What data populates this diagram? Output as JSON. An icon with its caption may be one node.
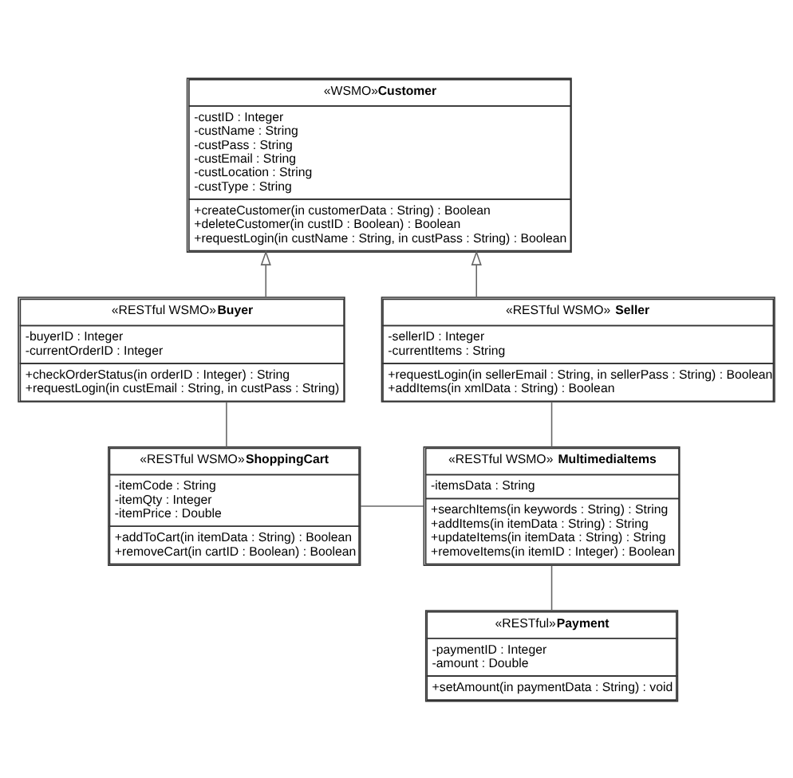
{
  "diagram": {
    "nodes": [
      {
        "text": [
          "«WSMO»**Customer**",
          "-custID : Integer",
          "-custName : String",
          "-custPass : String",
          "-custEmail : String",
          "-custLocation : String",
          "-custType : String",
          "+createCustomer(in customerData : String) : Boolean",
          "+deleteCustomer(in custID : Boolean) : Boolean",
          "+requestLogin(in custName : String, in custPass : String) : Boolean"
        ]
      },
      {
        "text": [
          "«RESTful WSMO»**Buyer**",
          "-buyerID : Integer",
          "-currentOrderID : Integer",
          "+checkOrderStatus(in orderID : Integer) : String",
          "+requestLogin(in custEmail : String, in custPass : String)"
        ]
      },
      {
        "text": [
          "«RESTful WSMO» **Seller**",
          "-sellerID : Integer",
          "-currentItems : String",
          "+requestLogin(in sellerEmail : String, in sellerPass : String) : Boolean",
          "+addItems(in xmlData : String) : Boolean"
        ]
      },
      {
        "text": [
          "«RESTful WSMO»**ShoppingCart**",
          "-itemCode : String",
          "-itemQty : Integer",
          "-itemPrice : Double",
          "+addToCart(in itemData : String) : Boolean",
          "+removeCart(in cartID : Boolean) : Boolean"
        ]
      },
      {
        "text": [
          "«RESTful WSMO» **MultimediaItems**",
          "-itemsData : String",
          "+searchItems(in keywords : String) : String",
          "+addItems(in itemData : String) : String",
          "+updateItems(in itemData : String) : String",
          "+removeItems(in itemID : Integer) : Boolean"
        ]
      },
      {
        "text": [
          "«RESTful»**Payment**",
          "-paymentID : Integer",
          "-amount : Double",
          "+setAmount(in paymentData : String) : void"
        ]
      }
    ],
    "edges": [
      {
        "from": 1,
        "to": 0,
        "arrow": "to"
      },
      {
        "from": 2,
        "to": 0,
        "arrow": "to"
      },
      {
        "from": 3,
        "to": 1,
        "arrow": "none"
      },
      {
        "from": 4,
        "to": 2,
        "arrow": "none"
      },
      {
        "from": 3,
        "to": 4,
        "arrow": "none"
      },
      {
        "from": 5,
        "to": 4,
        "arrow": "none"
      }
    ]
  }
}
